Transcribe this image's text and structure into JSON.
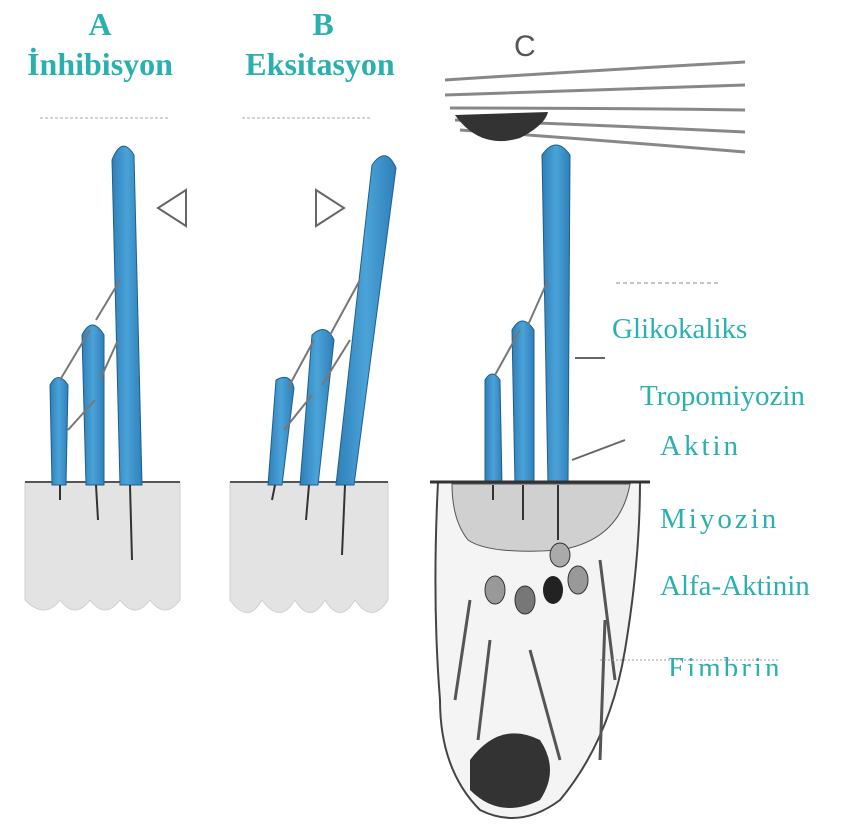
{
  "panels": {
    "a": {
      "letter": "A",
      "title": "İnhibisyon"
    },
    "b": {
      "letter": "B",
      "title": "Eksitasyon"
    },
    "c": {
      "letter": "C"
    }
  },
  "labels": {
    "glikokaliks": "Glikokaliks",
    "tropomiyozin": "Tropomiyozin",
    "aktin": "Aktin",
    "miyozin": "Miyozin",
    "alfa_aktinin": "Alfa-Aktinin",
    "fimbrin": "Fimbrin"
  },
  "colors": {
    "label_teal": "#2bb0b0",
    "stereocilia_blue": "#3a8fc8",
    "cuticular_gray": "#d9d9d9"
  }
}
